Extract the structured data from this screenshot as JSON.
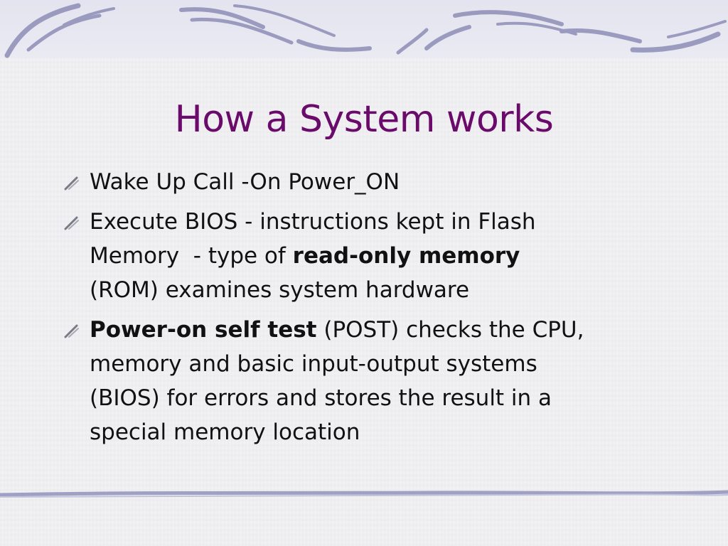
{
  "slide": {
    "title": "How a System works",
    "accent_color": "#6a0a6a",
    "bullet_icon": "pencil-stroke-icon",
    "bullets": [
      {
        "text": "Wake Up Call -On Power_ON"
      },
      {
        "line1": "Execute BIOS - instructions kept in Flash",
        "line2_prefix": "Memory  - type of ",
        "line2_bold": "read-only memory",
        "line3": "(ROM) examines system hardware"
      },
      {
        "bold": "Power-on self test",
        "line1_rest": " (POST) checks the CPU,",
        "line2": "memory and basic input-output systems",
        "line3": "(BIOS) for errors and stores the result in a",
        "line4": "special memory location"
      }
    ]
  }
}
